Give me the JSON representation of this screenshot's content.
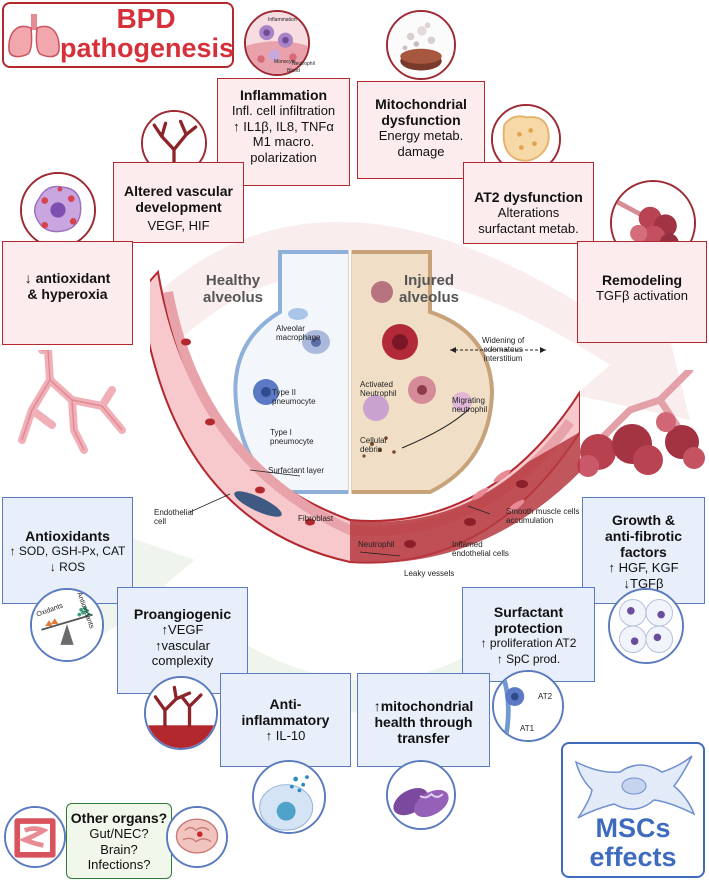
{
  "bpd": {
    "title_line1": "BPD",
    "title_line2": "pathogenesis",
    "inflammation": {
      "title": "Inflammation",
      "lines": [
        "Infl. cell infiltration",
        "↑ IL1β, IL8, TNFα",
        "M1 macro.",
        "polarization"
      ]
    },
    "mitochondrial": {
      "title_line1": "Mitochondrial",
      "title_line2": "dysfunction",
      "lines": [
        "Energy metab.",
        "damage"
      ]
    },
    "vascular": {
      "title_line1": "Altered vascular",
      "title_line2": "development",
      "lines": [
        "VEGF, HIF"
      ]
    },
    "at2": {
      "title": "AT2 dysfunction",
      "lines": [
        "Alterations",
        "surfactant metab."
      ]
    },
    "antioxidant": {
      "title_line1": "↓ antioxidant",
      "title_line2": "& hyperoxia"
    },
    "remodeling": {
      "title": "Remodeling",
      "lines": [
        "TGFβ activation"
      ]
    },
    "inflammation_icon_labels": [
      "Inflammation",
      "Monocyte",
      "Neutrophil",
      "Blood"
    ]
  },
  "alveolus": {
    "healthy_line1": "Healthy",
    "healthy_line2": "alveolus",
    "injured_line1": "Injured",
    "injured_line2": "alveolus",
    "labels": {
      "alveolar_macrophage": [
        "Alveolar",
        "macrophage"
      ],
      "type2": [
        "Type II",
        "pneumocyte"
      ],
      "type1": [
        "Type I",
        "pneumocyte"
      ],
      "surfactant": "Surfactant layer",
      "endothelial": [
        "Endothelial",
        "cell"
      ],
      "fibroblast": "Fibroblast",
      "activated_neutrophil": [
        "Activated",
        "Neutrophil"
      ],
      "migrating_neutrophil": [
        "Migrating",
        "neutrophil"
      ],
      "cellular_debris": [
        "Cellular",
        "debris"
      ],
      "widening": [
        "Widening of",
        "edematous",
        "interstitium"
      ],
      "neutrophil": "Neutrophil",
      "inflamed_endothelial": [
        "Inflamed",
        "endothelial cells"
      ],
      "smooth_muscle": [
        "Smooth muscle cells",
        "accumulation"
      ],
      "leaky_vessels": "Leaky vessels"
    }
  },
  "msc": {
    "title_line1": "MSCs",
    "title_line2": "effects",
    "antioxidants": {
      "title": "Antioxidants",
      "lines": [
        "↑ SOD, GSH-Px, CAT",
        "↓ ROS"
      ]
    },
    "growth": {
      "title_line1": "Growth &",
      "title_line2": "anti-fibrotic",
      "title_line3": "factors",
      "lines": [
        "↑ HGF, KGF",
        "↓TGFβ"
      ]
    },
    "proangiogenic": {
      "title": "Proangiogenic",
      "lines": [
        "↑VEGF",
        "↑vascular",
        "complexity"
      ]
    },
    "surfactant": {
      "title_line1": "Surfactant",
      "title_line2": "protection",
      "lines": [
        "↑ proliferation AT2",
        "↑ SpC prod."
      ]
    },
    "antiinflammatory": {
      "title_line1": "Anti-",
      "title_line2": "inflammatory",
      "lines": [
        "↑ IL-10"
      ]
    },
    "mitochondrial": {
      "title_line1": "↑mitochondrial",
      "title_line2": "health through",
      "title_line3": "transfer"
    },
    "other": {
      "title": "Other organs?",
      "lines": [
        "Gut/NEC?",
        "Brain?",
        "Infections?"
      ]
    },
    "scale_labels": [
      "Oxidants",
      "Antioxidants"
    ],
    "at_labels": [
      "AT2",
      "AT1"
    ]
  },
  "colors": {
    "bpd_red": "#d6313a",
    "bpd_border": "#b3282f",
    "bpd_fill": "#fdecee",
    "msc_blue": "#3f6bbf",
    "msc_border": "#5b7bc0",
    "msc_fill": "#e8eefa",
    "green_box": "#2e7d32"
  },
  "icons": [
    "lungs-icon",
    "inflammation-cells-icon",
    "mitochondria-cloud-icon",
    "blood-vessel-icon",
    "at2-cell-icon",
    "virus-cell-icon",
    "alveoli-cluster-icon",
    "bronchial-tree-icon",
    "scale-icon",
    "cells-dish-icon",
    "at2-at1-icon",
    "macrophage-icon",
    "mitochondria-icon",
    "intestine-icon",
    "brain-icon",
    "msc-cell-icon"
  ]
}
